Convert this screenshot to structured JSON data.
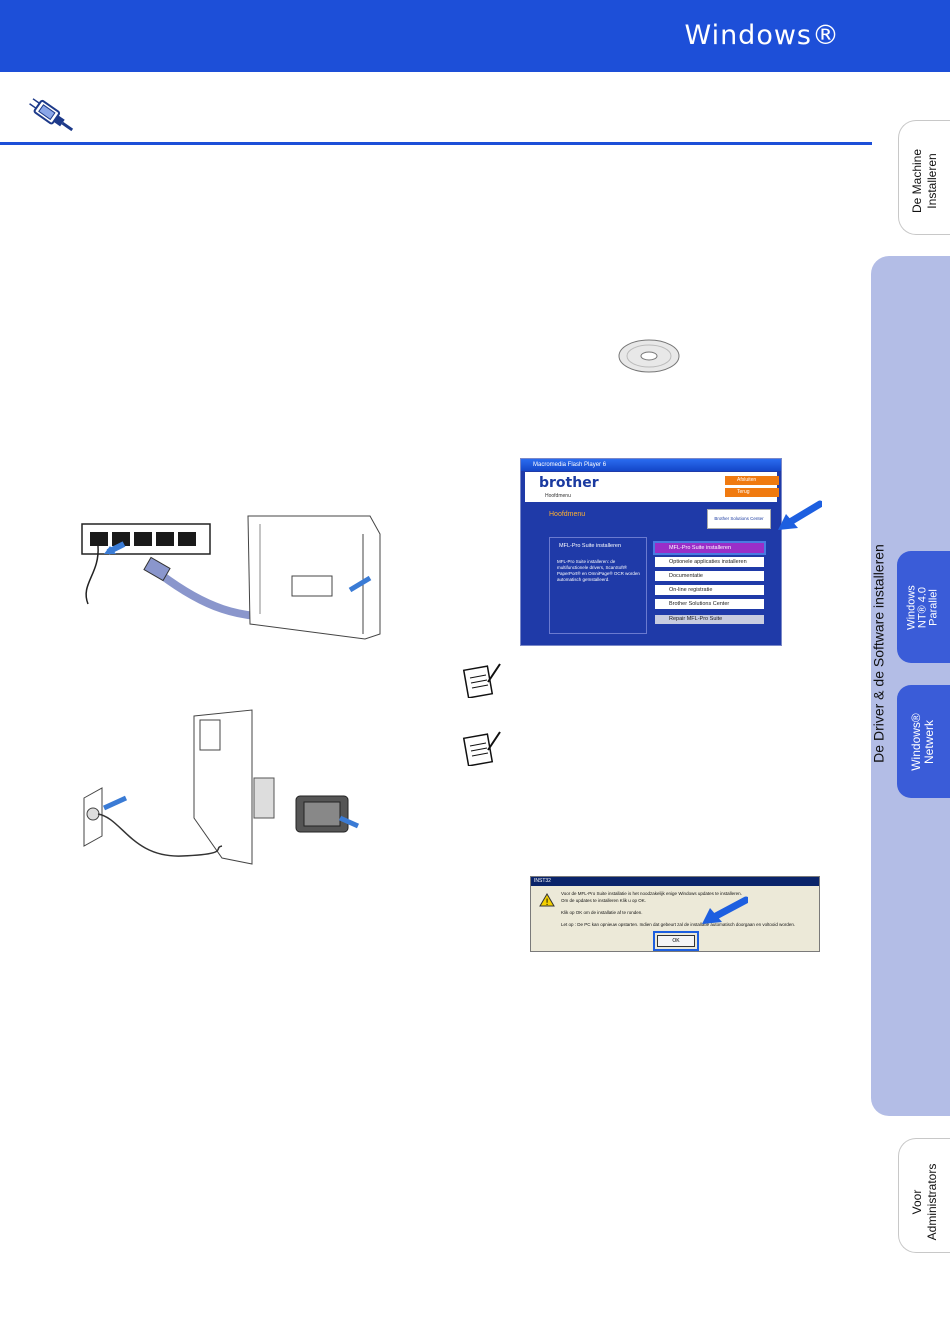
{
  "header": {
    "title": "Windows®"
  },
  "sidebar": {
    "tabs": [
      {
        "label_line1": "De Machine",
        "label_line2": "Installeren"
      },
      {
        "label_line1": "Voor",
        "label_line2": "Administrators"
      }
    ],
    "section_label": "De Driver & de Software installeren",
    "subtabs": [
      {
        "line1": "Windows",
        "line2": "NT® 4.0",
        "line3": "Parallel"
      },
      {
        "line1": "Windows®",
        "line2": "Netwerk"
      }
    ]
  },
  "installer_screen": {
    "window_title": "Macromedia Flash Player 6",
    "logo": "brother",
    "breadcrumb": "Hoofdmenu",
    "top_buttons": [
      "Afsluiten",
      "Terug"
    ],
    "menu_heading": "Hoofdmenu",
    "solutions_badge": "Brother Solutions Center",
    "info_title": "MFL-Pro Suite installeren",
    "info_text": "MFL-Pro Suite installeren: de multifunctionele drivers, ScanSoft® PaperPort® en OmniPage® OCR worden automatisch geïnstalleerd.",
    "menu_items": [
      "MFL-Pro Suite installeren",
      "Optionele applicaties installeren",
      "Documentatie",
      "On-line registratie",
      "Brother Solutions Center",
      "Repair MFL-Pro Suite"
    ]
  },
  "update_dialog": {
    "title": "INST32",
    "line1": "Voor de MFL-Pro Suite installatie is het noodzakelijk enige Windows updates te installeren.",
    "line2": "Om de updates te installeren Klik u op OK.",
    "line3": "Klik op OK om de installatie af te ronden.",
    "line4": "Let op : De PC kan opnieuw opstarten. Indien dat gebeurt zal de installatie automatisch doorgaan en voltooid worden.",
    "ok_label": "OK"
  },
  "colors": {
    "brand_blue": "#1d4fd8",
    "side_panel": "#b3bde6",
    "subtab_blue": "#3a5cd8"
  }
}
